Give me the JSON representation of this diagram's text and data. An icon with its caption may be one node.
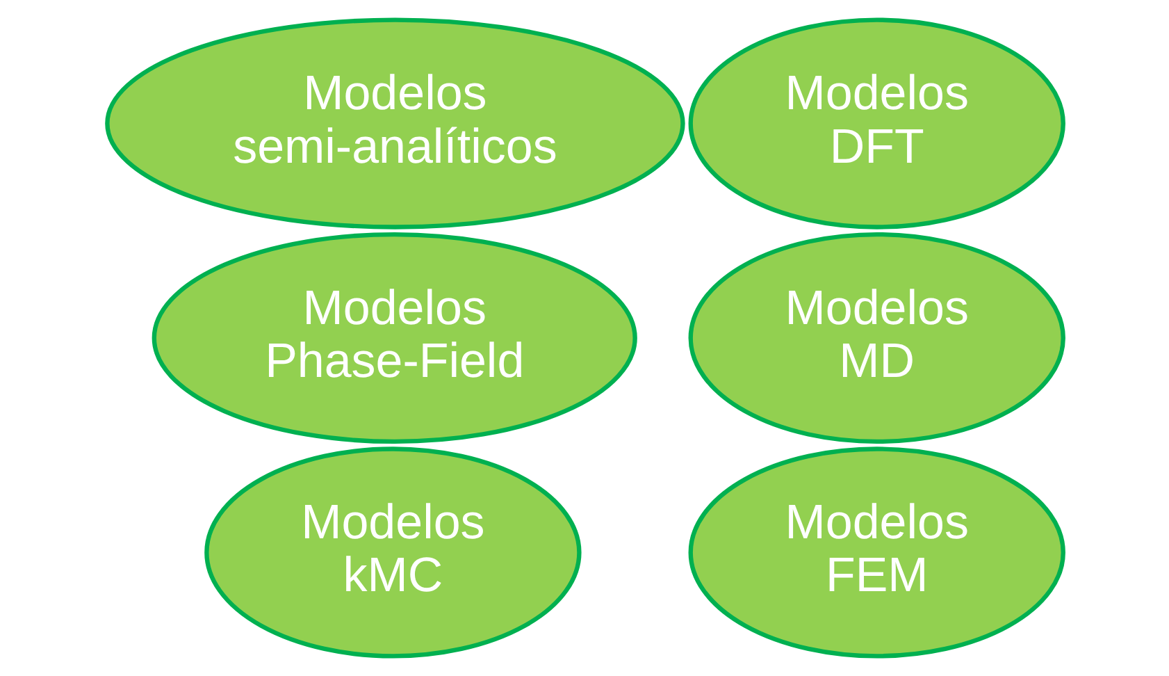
{
  "diagram": {
    "nodes": [
      {
        "text": [
          "Modelos kMC"
        ]
      },
      {
        "text": [
          "Modelos Phase-Field"
        ]
      },
      {
        "text": [
          "Modelos DFT"
        ]
      },
      {
        "text": [
          "Modelos MD"
        ]
      },
      {
        "text": [
          "Modelos FEM"
        ]
      },
      {
        "text": [
          "Modelos semi-analíticos"
        ]
      }
    ]
  }
}
